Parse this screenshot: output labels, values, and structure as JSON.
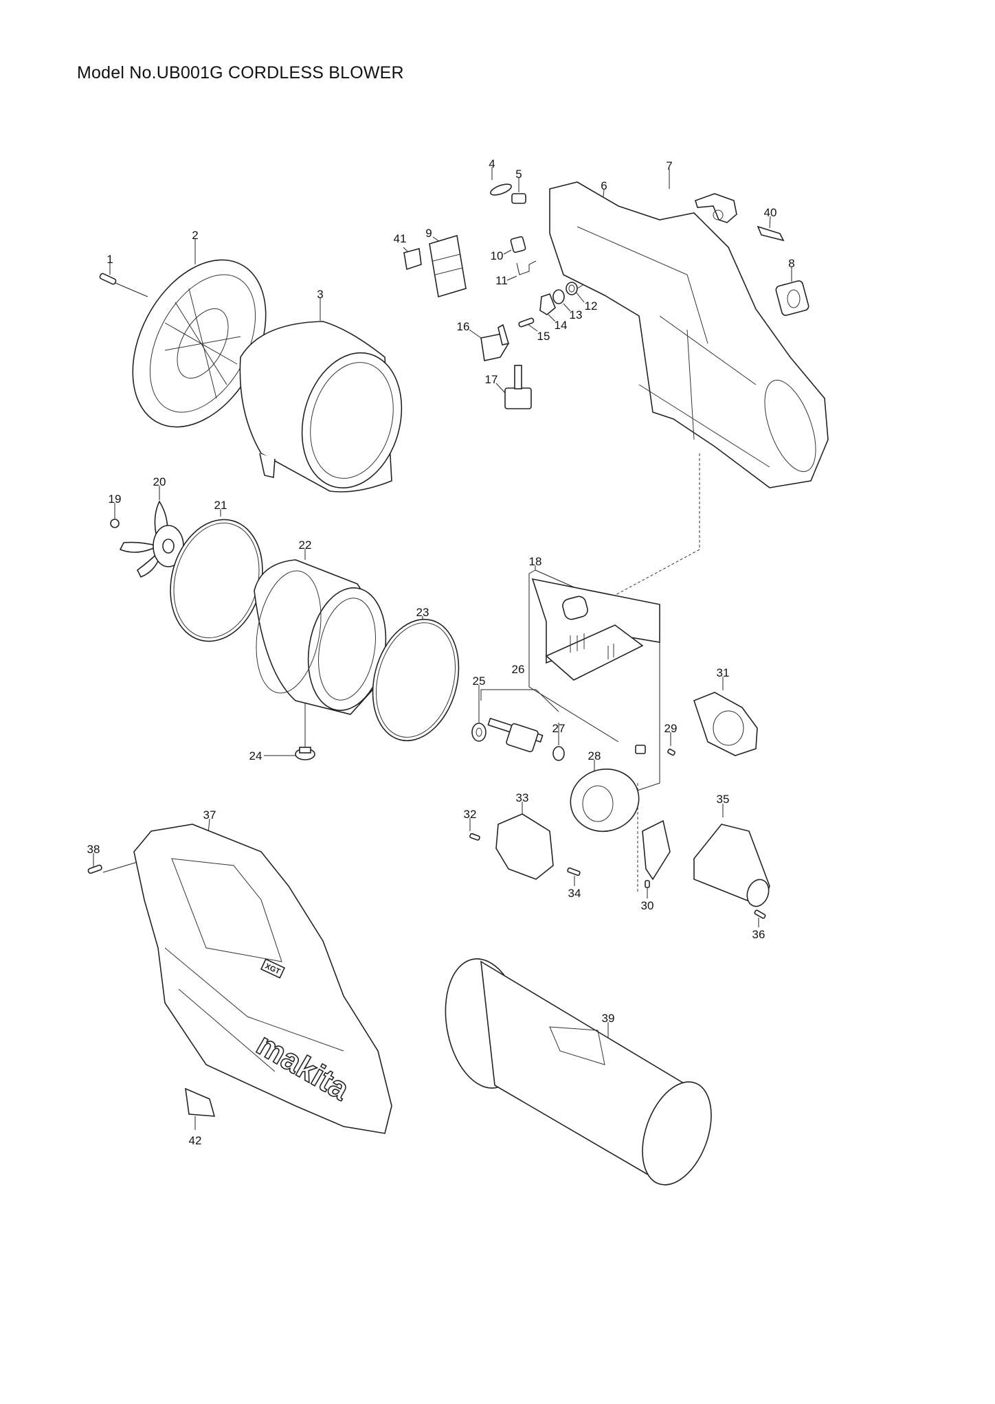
{
  "title": "Model No.UB001G CORDLESS BLOWER",
  "brand_logo_text": "makita",
  "badge_text": "XGT",
  "part_labels": [
    "1",
    "2",
    "3",
    "4",
    "5",
    "6",
    "7",
    "8",
    "9",
    "10",
    "11",
    "12",
    "13",
    "14",
    "15",
    "16",
    "17",
    "18",
    "19",
    "20",
    "21",
    "22",
    "23",
    "24",
    "25",
    "26",
    "27",
    "28",
    "29",
    "30",
    "31",
    "32",
    "33",
    "34",
    "35",
    "36",
    "37",
    "38",
    "39",
    "40",
    "41",
    "42"
  ]
}
